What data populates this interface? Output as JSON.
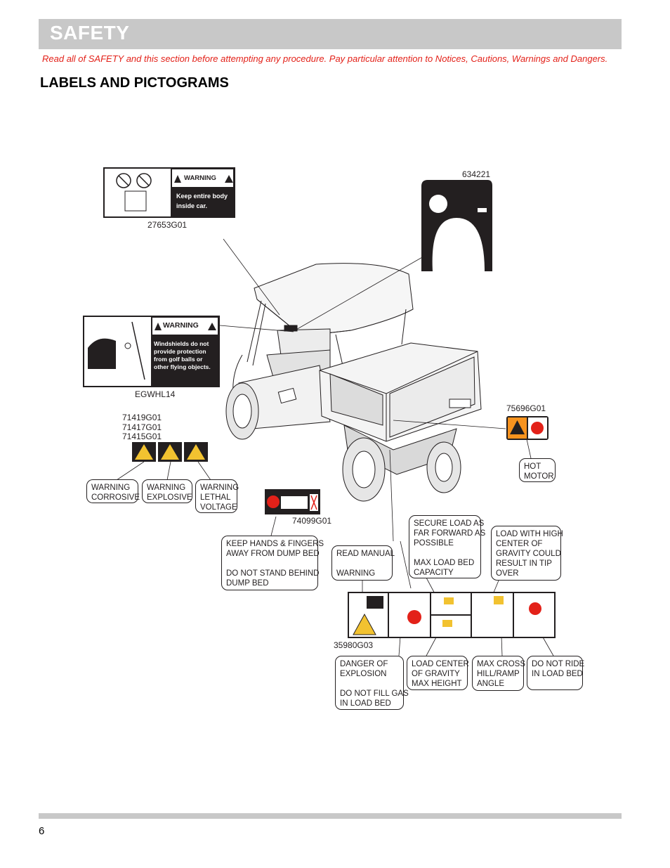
{
  "header": {
    "title": "SAFETY",
    "notice": "Read all of SAFETY and this section before attempting any procedure. Pay particular attention to Notices, Cautions, Warnings and Dangers.",
    "section_title": "LABELS AND PICTOGRAMS"
  },
  "footer": {
    "page_number": "6"
  },
  "parts": {
    "p27653": "27653G01",
    "p634221": "634221",
    "pEGWHL14": "EGWHL14",
    "p71419": "71419G01",
    "p71417": "71417G01",
    "p71415": "71415G01",
    "p75696": "75696G01",
    "p74099": "74099G01",
    "p35980": "35980G03"
  },
  "decals": {
    "d27653": {
      "warning_label": "WARNING",
      "line1": "Keep entire body",
      "line2": "inside car."
    },
    "dEGWHL14": {
      "warning_label": "WARNING",
      "line1": "Windshields do not",
      "line2": "provide protection",
      "line3": "from golf balls or",
      "line4": "other flying objects."
    }
  },
  "callouts": {
    "corrosive": [
      "WARNING",
      "CORROSIVE"
    ],
    "explosive": [
      "WARNING",
      "EXPLOSIVE"
    ],
    "lethal": [
      "WARNING",
      "LETHAL",
      "VOLTAGE"
    ],
    "hot_motor": [
      "HOT",
      "MOTOR"
    ],
    "keep_hands": [
      "KEEP HANDS & FINGERS",
      "AWAY FROM DUMP BED",
      "",
      "DO NOT STAND BEHIND",
      "DUMP BED"
    ],
    "read_manual": [
      "READ MANUAL",
      "",
      "WARNING"
    ],
    "secure_load": [
      "SECURE LOAD AS",
      "FAR FORWARD AS",
      "POSSIBLE",
      "",
      "MAX LOAD BED",
      "CAPACITY"
    ],
    "high_cog": [
      "LOAD WITH HIGH",
      "CENTER OF",
      "GRAVITY COULD",
      "RESULT IN TIP",
      "OVER"
    ],
    "explosion": [
      "DANGER OF",
      "EXPLOSION",
      "",
      "DO NOT FILL GAS",
      "IN LOAD BED"
    ],
    "load_center": [
      "LOAD CENTER",
      "OF GRAVITY",
      "MAX HEIGHT"
    ],
    "max_cross": [
      "MAX CROSS",
      "HILL/RAMP",
      "ANGLE"
    ],
    "no_ride": [
      "DO NOT RIDE",
      "IN LOAD BED"
    ]
  },
  "colors": {
    "warning_yellow": "#f2c230",
    "hot_orange": "#f7931e",
    "notice_red": "#e32119",
    "header_gray": "#c8c8c8"
  }
}
